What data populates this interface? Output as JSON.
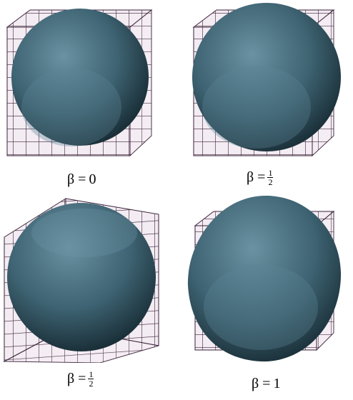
{
  "figure": {
    "panels": [
      {
        "id": "p1",
        "caption": {
          "lhs": "β = ",
          "value": "0",
          "numerator": "",
          "denominator": ""
        },
        "kind": "integer"
      },
      {
        "id": "p2",
        "caption": {
          "lhs": "β = ",
          "value": "",
          "numerator": "1",
          "denominator": "2"
        },
        "kind": "fraction"
      },
      {
        "id": "p3",
        "caption": {
          "lhs": "β = ",
          "value": "",
          "numerator": "1",
          "denominator": "2"
        },
        "kind": "fraction"
      },
      {
        "id": "p4",
        "caption": {
          "lhs": "β = ",
          "value": "1",
          "numerator": "",
          "denominator": ""
        },
        "kind": "integer"
      }
    ],
    "colors": {
      "grid_line": "#3a2238",
      "cube_face_light": "#f3ecf2",
      "cube_face_mid": "#e6dbe4",
      "cube_face_dark": "#d8cbd6",
      "sphere_light": "#5f8797",
      "sphere_mid": "#3e6372",
      "sphere_dark": "#1a3038"
    }
  }
}
